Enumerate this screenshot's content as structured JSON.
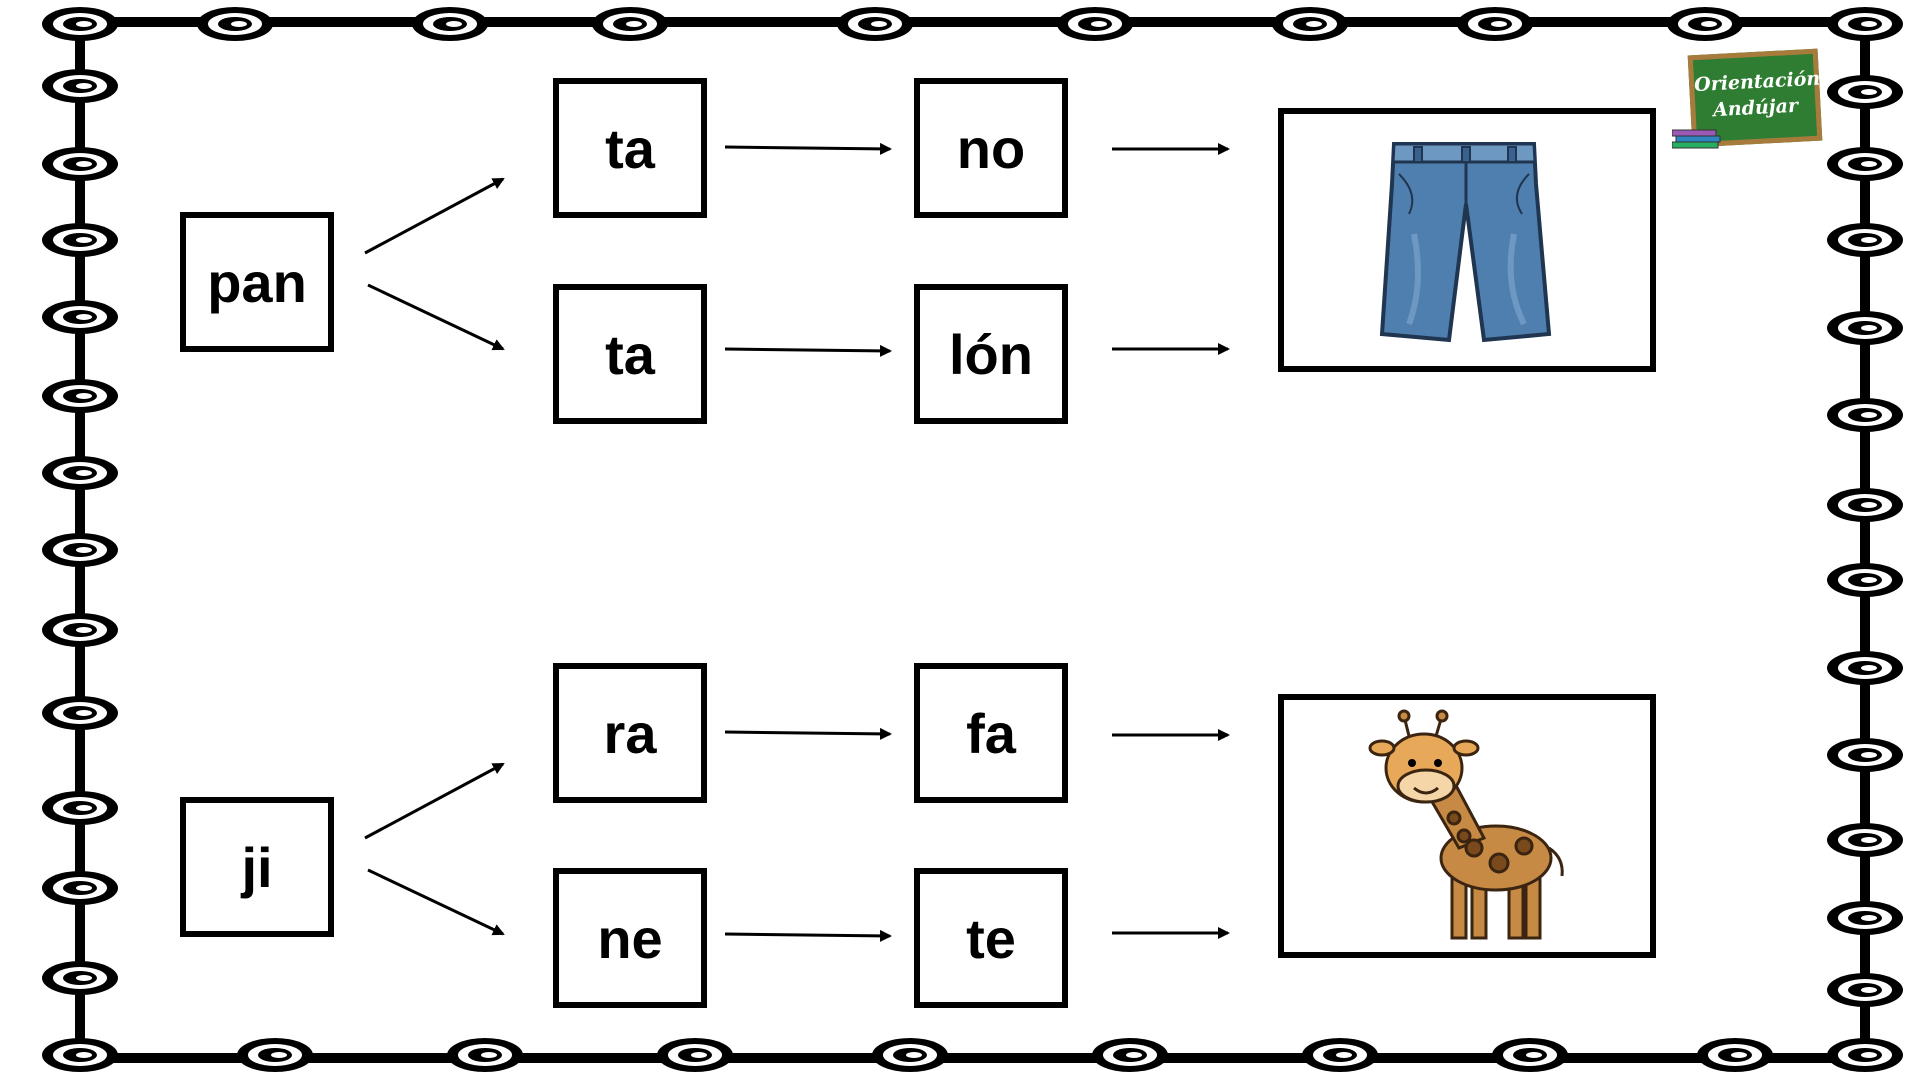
{
  "groups": [
    {
      "root": "pan",
      "rows": [
        {
          "syllable": "ta",
          "next": "no"
        },
        {
          "syllable": "ta",
          "next": "lón"
        }
      ],
      "picture": "pantalón-icon"
    },
    {
      "root": "ji",
      "rows": [
        {
          "syllable": "ra",
          "next": "fa"
        },
        {
          "syllable": "ne",
          "next": "te"
        }
      ],
      "picture": "jirafa-icon"
    }
  ],
  "logo": {
    "line1": "Orientación",
    "line2": "Andújar"
  },
  "colors": {
    "jeans": "#4f7fae",
    "giraffe": "#c68a45",
    "board": "#2f7d32"
  }
}
